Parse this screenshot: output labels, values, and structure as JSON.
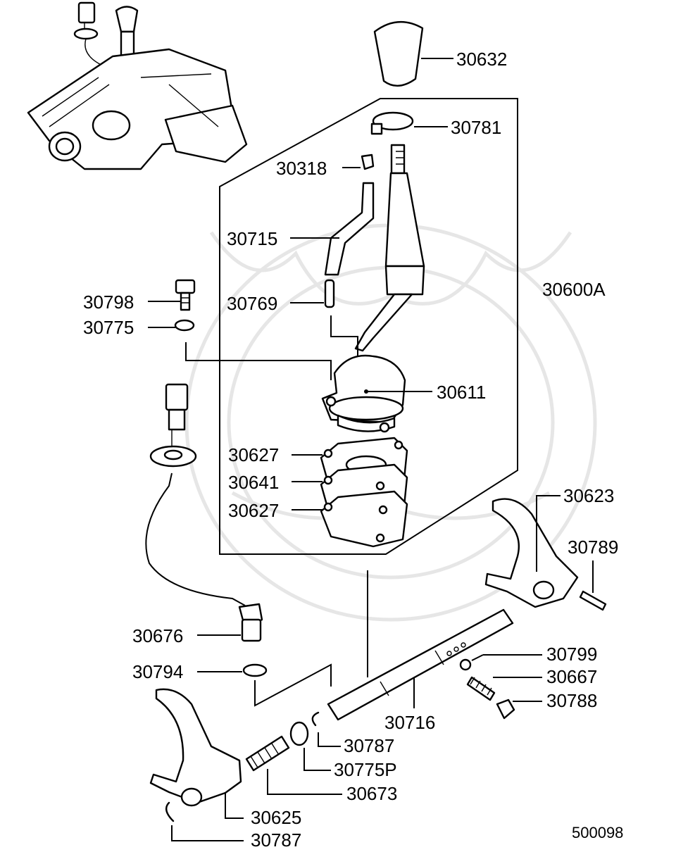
{
  "diagram": {
    "labels": {
      "p30632": "30632",
      "p30781": "30781",
      "p30318": "30318",
      "p30715": "30715",
      "p30600A": "30600A",
      "p30798": "30798",
      "p30769": "30769",
      "p30775": "30775",
      "p30611": "30611",
      "p30627a": "30627",
      "p30641": "30641",
      "p30627b": "30627",
      "p30623": "30623",
      "p30789": "30789",
      "p30676": "30676",
      "p30799": "30799",
      "p30794": "30794",
      "p30667": "30667",
      "p30788": "30788",
      "p30716": "30716",
      "p30787a": "30787",
      "p30775P": "30775P",
      "p30673": "30673",
      "p30625": "30625",
      "p30787b": "30787"
    },
    "reference_code": "500098"
  }
}
